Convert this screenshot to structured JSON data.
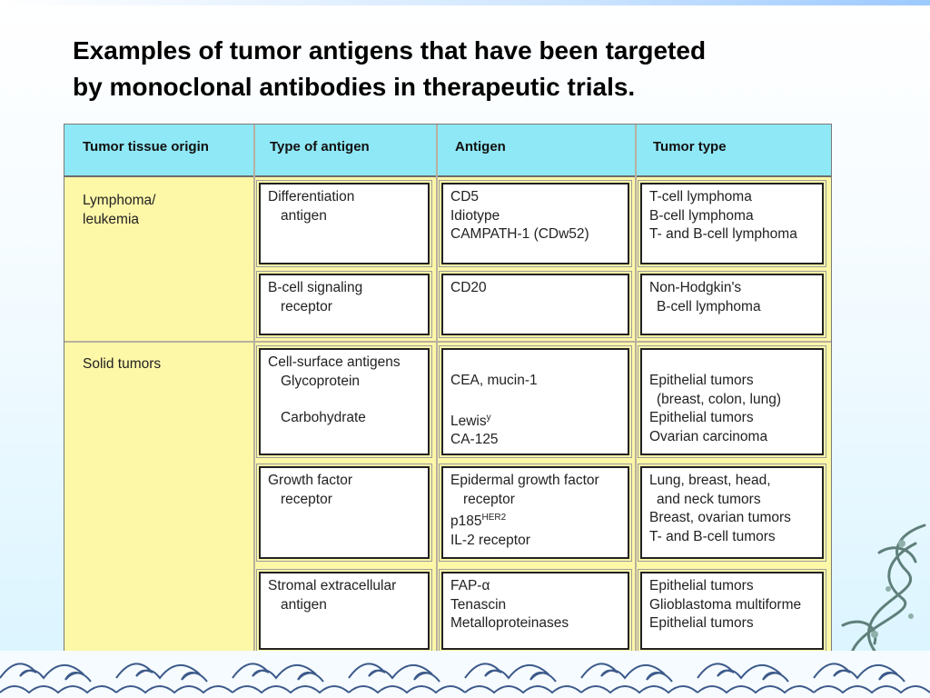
{
  "slide": {
    "title_line1": "Examples of tumor antigens that have been targeted",
    "title_line2": "by monoclonal antibodies in therapeutic trials."
  },
  "table": {
    "headers": [
      "Tumor tissue origin",
      "Type of antigen",
      "Antigen",
      "Tumor type"
    ],
    "groups": [
      {
        "origin": [
          "Lymphoma/",
          "leukemia"
        ],
        "rows": [
          {
            "type": [
              "Differentiation",
              "antigen"
            ],
            "antigen": [
              "CD5",
              "Idiotype",
              "CAMPATH-1 (CDw52)"
            ],
            "tumor": [
              "T-cell lymphoma",
              "B-cell lymphoma",
              "T- and B-cell lymphoma"
            ]
          },
          {
            "type": [
              "B-cell signaling",
              "receptor"
            ],
            "antigen": [
              "CD20"
            ],
            "tumor": [
              "Non-Hodgkin's",
              "B-cell lymphoma"
            ]
          }
        ]
      },
      {
        "origin": [
          "Solid tumors"
        ],
        "rows": [
          {
            "type": [
              "Cell-surface antigens",
              "Glycoprotein",
              "Carbohydrate"
            ],
            "antigen": [
              "CEA, mucin-1",
              "Lewis",
              "y",
              "CA-125"
            ],
            "tumor": [
              "Epithelial tumors",
              "(breast, colon, lung)",
              "Epithelial tumors",
              "Ovarian carcinoma"
            ]
          },
          {
            "type": [
              "Growth factor",
              "receptor"
            ],
            "antigen": [
              "Epidermal growth factor",
              "receptor",
              "p185",
              "HER2",
              "IL-2 receptor"
            ],
            "tumor": [
              "Lung, breast, head,",
              "and neck tumors",
              "Breast, ovarian tumors",
              "T- and B-cell tumors"
            ]
          },
          {
            "type": [
              "Stromal extracellular",
              "antigen"
            ],
            "antigen": [
              "FAP-α",
              "Tenascin",
              "Metalloproteinases"
            ],
            "tumor": [
              "Epithelial tumors",
              "Glioblastoma multiforme",
              "Epithelial tumors"
            ]
          }
        ]
      }
    ]
  },
  "theme": {
    "header_bg": "#8fe8f5",
    "body_bg": "#fdf7a8",
    "cell_bg": "#ffffff",
    "decoration": [
      "wave-pattern",
      "dragon-illustration"
    ]
  }
}
